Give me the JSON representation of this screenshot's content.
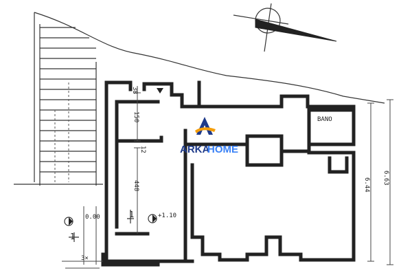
{
  "room_label_bano": "BANO",
  "dims": {
    "d_38": "38",
    "d_150": "150",
    "d_12": "12",
    "d_448": "448",
    "d_644": "6.44",
    "d_663": "6.63",
    "d_000": "0.00",
    "d_110": "+1.10",
    "d_1": "1",
    "d_1b": "1",
    "d_3x": "3×"
  },
  "brand": {
    "part1": "ARKA",
    "part2": "HOME",
    "color1": "#1e3a8a",
    "color2": "#3b82f6",
    "accent": "#f59e0b"
  }
}
